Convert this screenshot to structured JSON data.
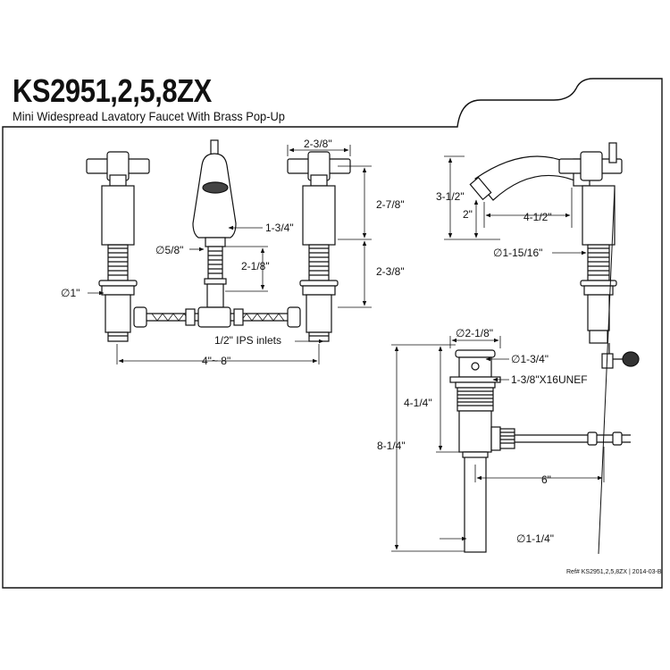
{
  "header": {
    "model": "KS2951,2,5,8ZX",
    "description": "Mini Widespread Lavatory Faucet With Brass Pop-Up"
  },
  "dimensions": {
    "handle_width": "2-3/8\"",
    "handle_height": "2-7/8\"",
    "spout_diameter": "1-3/4\"",
    "spout_base": "∅5/8\"",
    "spout_shank": "2-1/8\"",
    "shank_length": "2-3/8\"",
    "shank_diameter": "∅1\"",
    "inlets": "1/2\" IPS inlets",
    "spread": "4\"~ 8\"",
    "spout_height": "3-1/2\"",
    "spout_clearance": "2\"",
    "spout_reach": "4-1/2\"",
    "handle_base": "∅1-15/16\"",
    "drain_flange": "∅2-1/8\"",
    "drain_body": "∅1-3/4\"",
    "drain_thread": "1-3/8\"X16UNEF",
    "drain_upper": "4-1/4\"",
    "drain_total": "8-1/4\"",
    "rod_length": "6\"",
    "tailpiece": "∅1-1/4\""
  },
  "footer": {
    "ref": "Ref# KS2951,2,5,8ZX | 2014-03-B"
  }
}
